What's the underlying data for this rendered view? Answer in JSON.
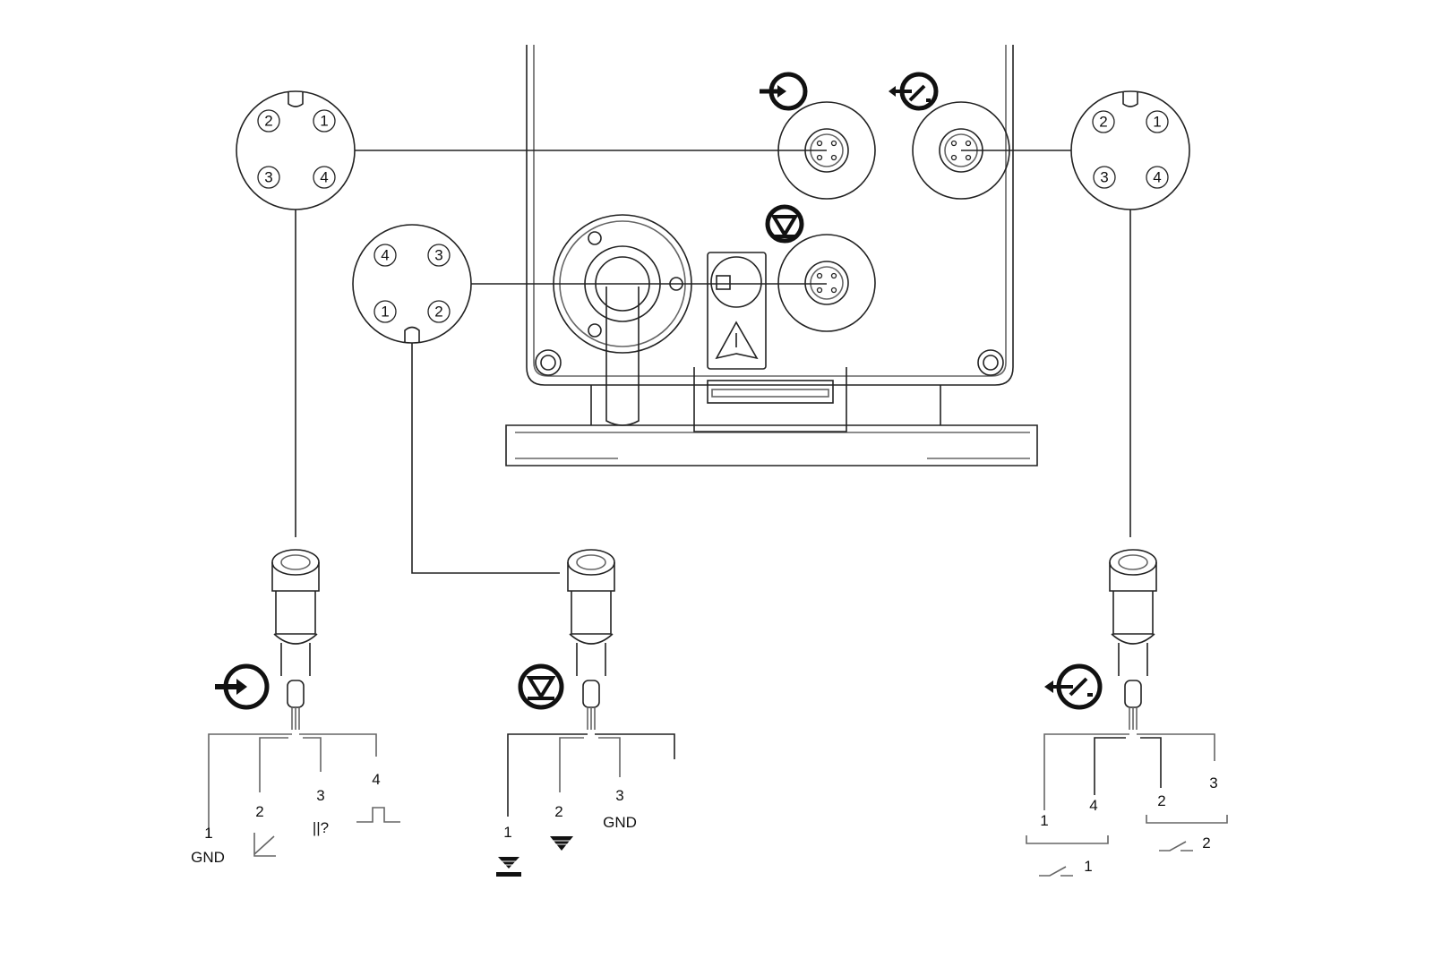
{
  "connectors": {
    "top_left": {
      "pins": [
        "2",
        "1",
        "3",
        "4"
      ]
    },
    "middle": {
      "pins": [
        "4",
        "3",
        "1",
        "2"
      ]
    },
    "top_right": {
      "pins": [
        "2",
        "1",
        "3",
        "4"
      ]
    }
  },
  "wiring": {
    "left": {
      "wires": [
        "1",
        "2",
        "3",
        "4"
      ],
      "gnd": "GND",
      "pin3_symbol": "||?"
    },
    "middle": {
      "wires": [
        "1",
        "2",
        "3"
      ],
      "gnd": "GND"
    },
    "right": {
      "wires": [
        "1",
        "4",
        "2",
        "3"
      ],
      "switch1": "1",
      "switch2": "2"
    }
  },
  "icons": [
    "input-signal-icon",
    "switch-output-icon",
    "level-icon"
  ]
}
